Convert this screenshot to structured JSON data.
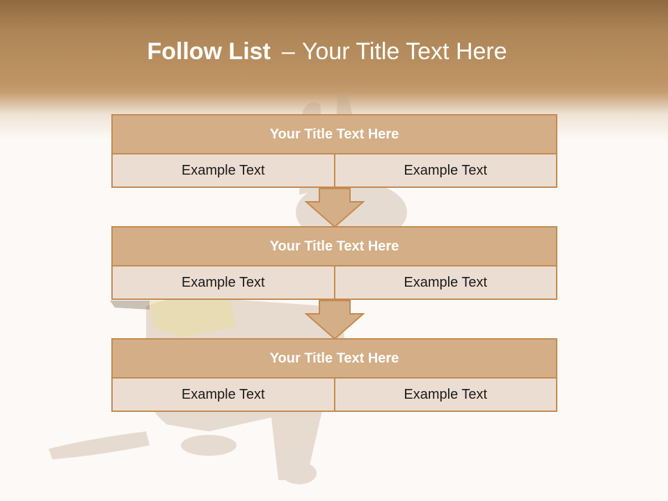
{
  "slide": {
    "title_bold": "Follow List",
    "title_dash": "–",
    "title_rest": "Your Title Text Here"
  },
  "blocks": [
    {
      "title": "Your Title Text Here",
      "cells": [
        "Example Text",
        "Example Text"
      ]
    },
    {
      "title": "Your Title Text Here",
      "cells": [
        "Example Text",
        "Example Text"
      ]
    },
    {
      "title": "Your Title Text Here",
      "cells": [
        "Example Text",
        "Example Text"
      ]
    }
  ],
  "colors": {
    "header_band": "#b88d5e",
    "block_title_fill": "#d4ae86",
    "cell_fill": "#ecddd2",
    "border": "#c38b52",
    "title_text": "#ffffff"
  },
  "background_image": "faded-dog-photo"
}
